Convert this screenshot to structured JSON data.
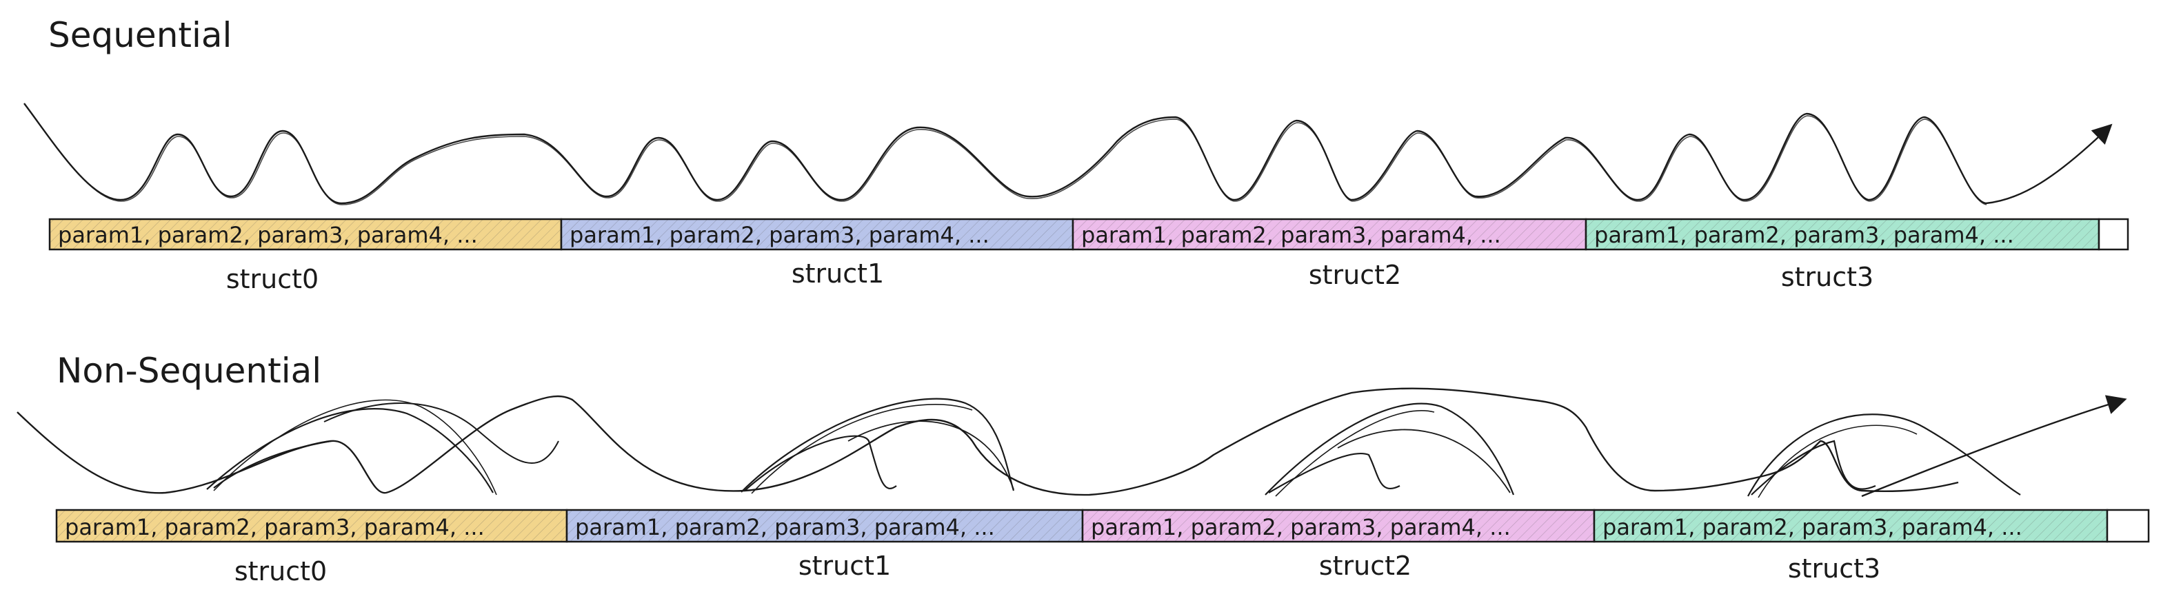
{
  "sections": [
    {
      "title": "Sequential",
      "structs": [
        {
          "cells": "param1, param2, param3, param4, ...",
          "label": "struct0",
          "color": "#f2d58c"
        },
        {
          "cells": "param1, param2, param3, param4, ...",
          "label": "struct1",
          "color": "#b8c4ea"
        },
        {
          "cells": "param1, param2, param3, param4, ...",
          "label": "struct2",
          "color": "#ecbcea"
        },
        {
          "cells": "param1, param2, param3, param4, ...",
          "label": "struct3",
          "color": "#a8e6cf"
        }
      ]
    },
    {
      "title": "Non-Sequential",
      "structs": [
        {
          "cells": "param1, param2, param3, param4, ...",
          "label": "struct0",
          "color": "#f2d58c"
        },
        {
          "cells": "param1, param2, param3, param4, ...",
          "label": "struct1",
          "color": "#b8c4ea"
        },
        {
          "cells": "param1, param2, param3, param4, ...",
          "label": "struct2",
          "color": "#ecbcea"
        },
        {
          "cells": "param1, param2, param3, param4, ...",
          "label": "struct3",
          "color": "#a8e6cf"
        }
      ]
    }
  ]
}
